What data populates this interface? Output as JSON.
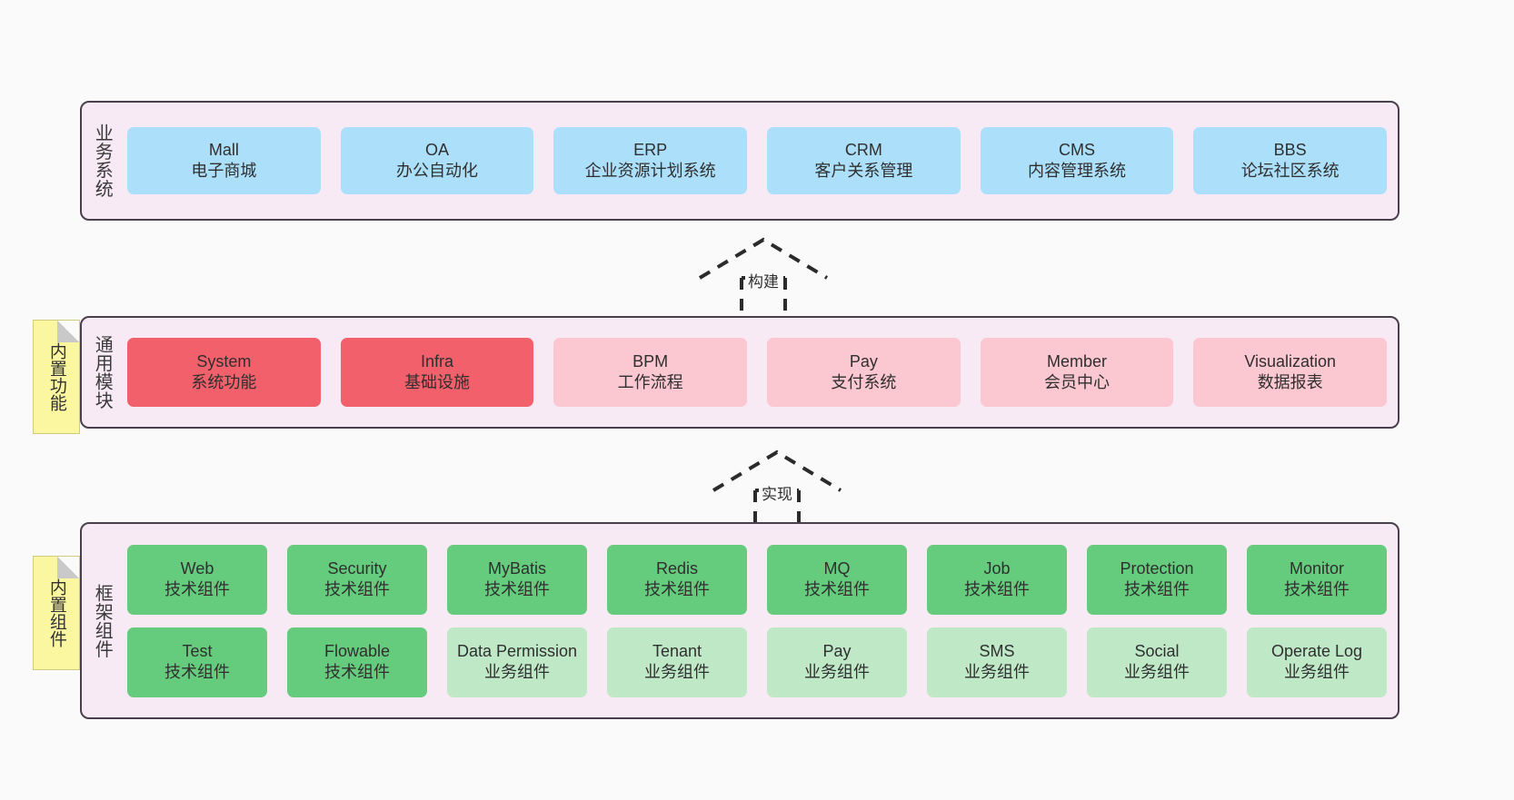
{
  "theme": {
    "background": "#fafafa",
    "panel_fill": "#f8eaf4",
    "panel_border": "#4a3f4c",
    "note_fill": "#fbf7a0",
    "card_blue": "#ace0fa",
    "card_red": "#f2616b",
    "card_pink": "#fbc7d0",
    "card_green": "#65cb7d",
    "card_green_light": "#bfe8c7"
  },
  "layers": {
    "business": {
      "title": "业务系统",
      "cards": [
        {
          "en": "Mall",
          "cn": "电子商城"
        },
        {
          "en": "OA",
          "cn": "办公自动化"
        },
        {
          "en": "ERP",
          "cn": "企业资源计划系统"
        },
        {
          "en": "CRM",
          "cn": "客户关系管理"
        },
        {
          "en": "CMS",
          "cn": "内容管理系统"
        },
        {
          "en": "BBS",
          "cn": "论坛社区系统"
        }
      ]
    },
    "modules": {
      "title": "通用模块",
      "note": "内置功能",
      "cards": [
        {
          "en": "System",
          "cn": "系统功能"
        },
        {
          "en": "Infra",
          "cn": "基础设施"
        },
        {
          "en": "BPM",
          "cn": "工作流程"
        },
        {
          "en": "Pay",
          "cn": "支付系统"
        },
        {
          "en": "Member",
          "cn": "会员中心"
        },
        {
          "en": "Visualization",
          "cn": "数据报表"
        }
      ]
    },
    "framework": {
      "title": "框架组件",
      "note": "内置组件",
      "row1": [
        {
          "en": "Web",
          "cn": "技术组件"
        },
        {
          "en": "Security",
          "cn": "技术组件"
        },
        {
          "en": "MyBatis",
          "cn": "技术组件"
        },
        {
          "en": "Redis",
          "cn": "技术组件"
        },
        {
          "en": "MQ",
          "cn": "技术组件"
        },
        {
          "en": "Job",
          "cn": "技术组件"
        },
        {
          "en": "Protection",
          "cn": "技术组件"
        },
        {
          "en": "Monitor",
          "cn": "技术组件"
        }
      ],
      "row2": [
        {
          "en": "Test",
          "cn": "技术组件"
        },
        {
          "en": "Flowable",
          "cn": "技术组件"
        },
        {
          "en": "Data Permission",
          "cn": "业务组件"
        },
        {
          "en": "Tenant",
          "cn": "业务组件"
        },
        {
          "en": "Pay",
          "cn": "业务组件"
        },
        {
          "en": "SMS",
          "cn": "业务组件"
        },
        {
          "en": "Social",
          "cn": "业务组件"
        },
        {
          "en": "Operate Log",
          "cn": "业务组件"
        }
      ]
    }
  },
  "connectors": {
    "build": "构建",
    "implement": "实现"
  }
}
